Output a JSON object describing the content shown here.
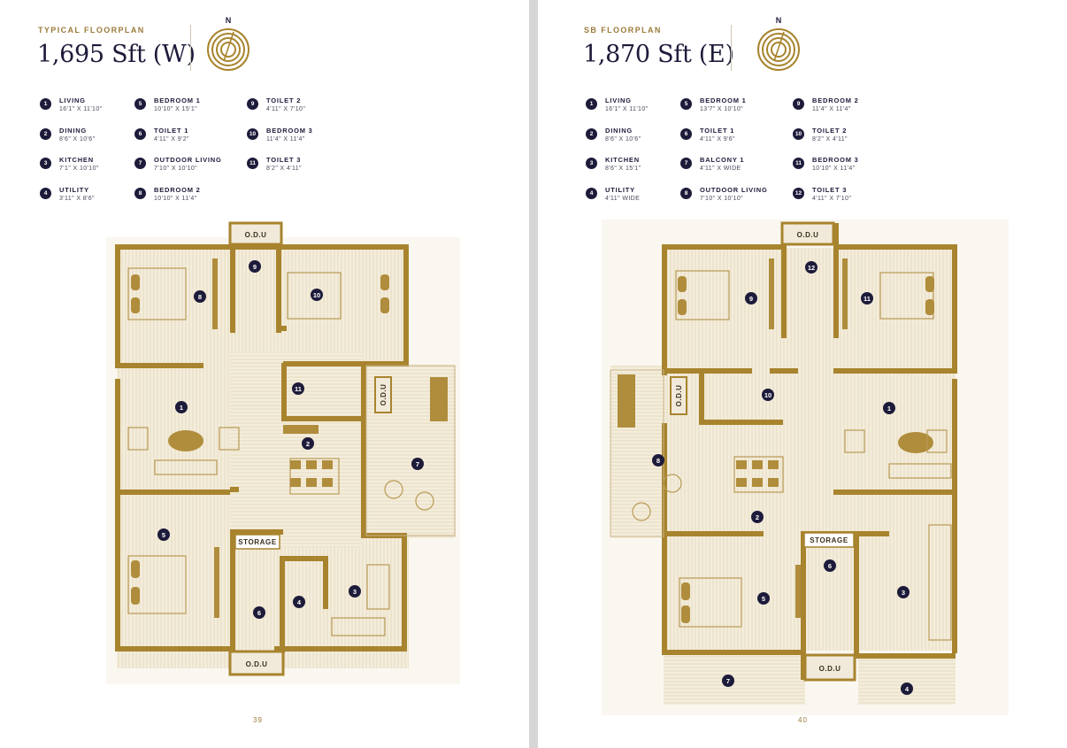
{
  "colors": {
    "accent": "#9b7b3a",
    "navy": "#1d1b3a",
    "wall": "#a8842e",
    "floor": "#f3ecdc"
  },
  "pages": [
    {
      "eyebrow": "TYPICAL FLOORPLAN",
      "title": "1,695 Sft (W)",
      "compass_label": "N",
      "page_number": "39",
      "odu_label": "O.D.U",
      "storage_label": "STORAGE",
      "rooms": [
        {
          "num": "1",
          "name": "LIVING",
          "dim": "16'1\" X 11'10\""
        },
        {
          "num": "2",
          "name": "DINING",
          "dim": "8'6\" X 10'6\""
        },
        {
          "num": "3",
          "name": "KITCHEN",
          "dim": "7'1\" X 10'10\""
        },
        {
          "num": "4",
          "name": "UTILITY",
          "dim": "3'11\" X 8'6\""
        },
        {
          "num": "5",
          "name": "BEDROOM 1",
          "dim": "10'10\" X 15'1\""
        },
        {
          "num": "6",
          "name": "TOILET 1",
          "dim": "4'11\" X 9'2\""
        },
        {
          "num": "7",
          "name": "OUTDOOR LIVING",
          "dim": "7'10\" X 10'10\""
        },
        {
          "num": "8",
          "name": "BEDROOM 2",
          "dim": "10'10\" X 11'4\""
        },
        {
          "num": "9",
          "name": "TOILET 2",
          "dim": "4'11\" X 7'10\""
        },
        {
          "num": "10",
          "name": "BEDROOM 3",
          "dim": "11'4\" X 11'4\""
        },
        {
          "num": "11",
          "name": "TOILET 3",
          "dim": "8'2\" X 4'11\""
        }
      ]
    },
    {
      "eyebrow": "SB FLOORPLAN",
      "title": "1,870 Sft (E)",
      "compass_label": "N",
      "page_number": "40",
      "odu_label": "O.D.U",
      "storage_label": "STORAGE",
      "rooms": [
        {
          "num": "1",
          "name": "LIVING",
          "dim": "16'1\" X 11'10\""
        },
        {
          "num": "2",
          "name": "DINING",
          "dim": "8'6\" X 10'6\""
        },
        {
          "num": "3",
          "name": "KITCHEN",
          "dim": "8'6\" X 15'1\""
        },
        {
          "num": "4",
          "name": "UTILITY",
          "dim": "4'11\" WIDE"
        },
        {
          "num": "5",
          "name": "BEDROOM 1",
          "dim": "13'7\" X 10'10\""
        },
        {
          "num": "6",
          "name": "TOILET 1",
          "dim": "4'11\" X 9'6\""
        },
        {
          "num": "7",
          "name": "BALCONY 1",
          "dim": "4'11\" X WIDE"
        },
        {
          "num": "8",
          "name": "OUTDOOR LIVING",
          "dim": "7'10\" X 10'10\""
        },
        {
          "num": "9",
          "name": "BEDROOM 2",
          "dim": "11'4\" X 11'4\""
        },
        {
          "num": "10",
          "name": "TOILET 2",
          "dim": "8'2\" X 4'11\""
        },
        {
          "num": "11",
          "name": "BEDROOM 3",
          "dim": "10'10\" X 11'4\""
        },
        {
          "num": "12",
          "name": "TOILET 3",
          "dim": "4'11\" X 7'10\""
        }
      ]
    }
  ]
}
